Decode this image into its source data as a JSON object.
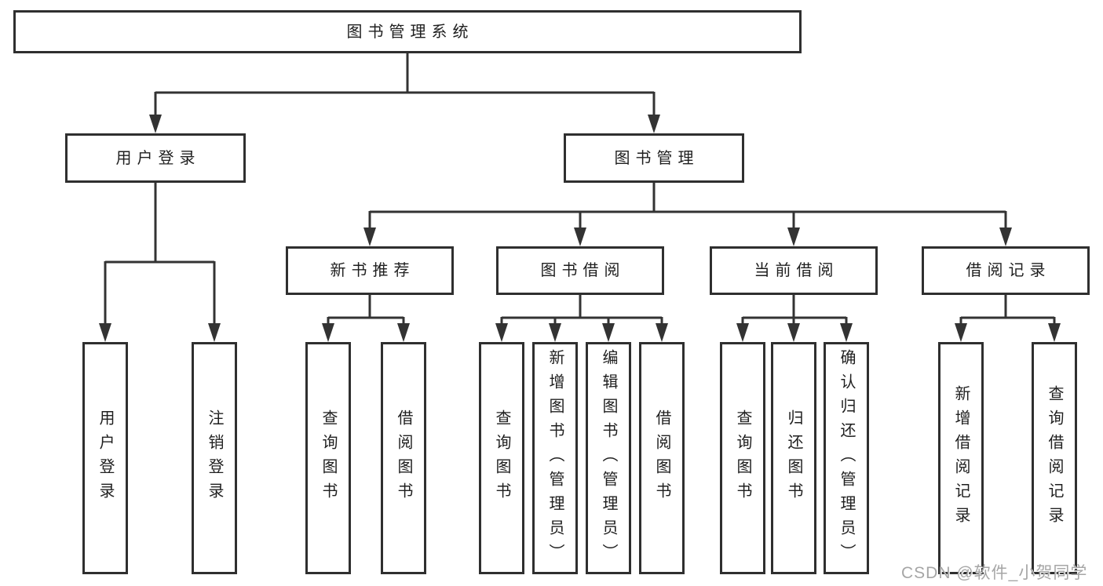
{
  "diagram": {
    "root": {
      "label": "图书管理系统"
    },
    "level2": {
      "user_login": {
        "label": "用户登录"
      },
      "book_management": {
        "label": "图书管理"
      }
    },
    "level3": {
      "new_book": {
        "label": "新书推荐"
      },
      "book_borrow": {
        "label": "图书借阅"
      },
      "current_borrow": {
        "label": "当前借阅"
      },
      "borrow_record": {
        "label": "借阅记录"
      }
    },
    "leaves": {
      "user_login": [
        "用户登录",
        "注销登录"
      ],
      "new_book": [
        "查询图书",
        "借阅图书"
      ],
      "book_borrow": [
        "查询图书",
        "新增图书（管理员）",
        "编辑图书（管理员）",
        "借阅图书"
      ],
      "current_borrow": [
        "查询图书",
        "归还图书",
        "确认归还（管理员）"
      ],
      "borrow_record": [
        "新增借阅记录",
        "查询借阅记录"
      ]
    }
  },
  "watermark": "CSDN @软件_小贺同学",
  "colors": {
    "line": "#333333",
    "border": "#2f2f2f",
    "text": "#1f1f1f",
    "watermark": "#a6a6a6",
    "background": "#ffffff"
  }
}
